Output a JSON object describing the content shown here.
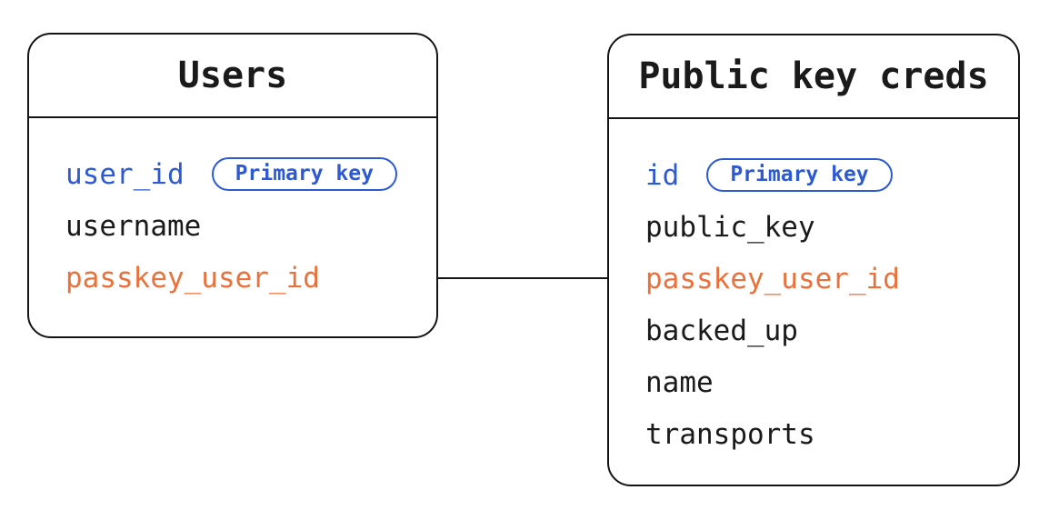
{
  "colors": {
    "blue": "#2d5ad2",
    "orange": "#eb713c",
    "text": "#1a1a1a",
    "border": "#141414"
  },
  "tables": [
    {
      "name": "Users",
      "fields": [
        {
          "name": "user_id",
          "color": "blue",
          "badge": "Primary key"
        },
        {
          "name": "username",
          "color": "default"
        },
        {
          "name": "passkey_user_id",
          "color": "orange"
        }
      ]
    },
    {
      "name": "Public key creds",
      "fields": [
        {
          "name": "id",
          "color": "blue",
          "badge": "Primary key"
        },
        {
          "name": "public_key",
          "color": "default"
        },
        {
          "name": "passkey_user_id",
          "color": "orange"
        },
        {
          "name": "backed_up",
          "color": "default"
        },
        {
          "name": "name",
          "color": "default"
        },
        {
          "name": "transports",
          "color": "default"
        }
      ]
    }
  ],
  "relationship": {
    "from_table": "Users",
    "from_field": "passkey_user_id",
    "to_table": "Public key creds",
    "to_field": "passkey_user_id"
  }
}
